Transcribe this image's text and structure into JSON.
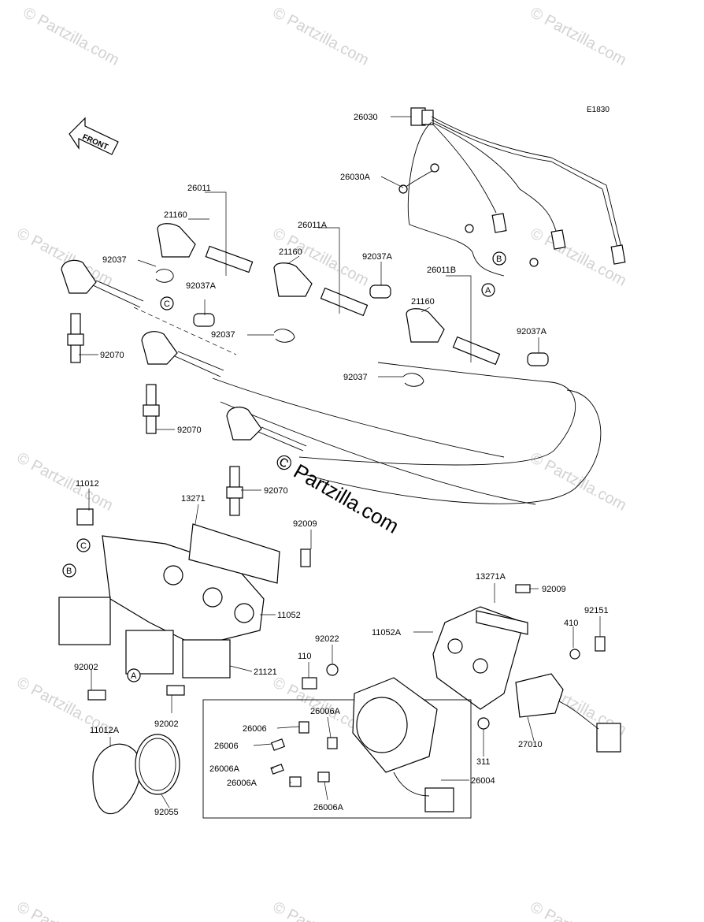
{
  "diagram_code": "E1830",
  "front_label": "FRONT",
  "watermark_text": "© Partzilla.com",
  "center_watermark_text": "© Partzilla.com",
  "part_labels": {
    "p26030": "26030",
    "p26030A": "26030A",
    "p26011": "26011",
    "p21160_1": "21160",
    "p92037_1": "92037",
    "p92037A_1": "92037A",
    "p92070_1": "92070",
    "p26011A": "26011A",
    "p21160_2": "21160",
    "p92037A_2": "92037A",
    "p92037_2": "92037",
    "p26011B": "26011B",
    "p21160_3": "21160",
    "p92037A_3": "92037A",
    "p92037_3": "92037",
    "p92070_2": "92070",
    "p92070_3": "92070",
    "p11012": "11012",
    "p13271": "13271",
    "p92009_1": "92009",
    "p11052": "11052",
    "p92002_1": "92002",
    "p92002_2": "92002",
    "p21121": "21121",
    "p13271A": "13271A",
    "p92009_2": "92009",
    "p92151": "92151",
    "p410": "410",
    "p11052A": "11052A",
    "p92022": "92022",
    "p110": "110",
    "p26006_1": "26006",
    "p26006_2": "26006",
    "p26006A_1": "26006A",
    "p26006A_2": "26006A",
    "p26006A_3": "26006A",
    "p26006A_4": "26006A",
    "p26004": "26004",
    "p27010": "27010",
    "p311": "311",
    "p11012A": "11012A",
    "p92055": "92055"
  },
  "callouts": {
    "A1": "A",
    "A2": "A",
    "B1": "B",
    "B2": "B",
    "C1": "C",
    "C2": "C"
  }
}
